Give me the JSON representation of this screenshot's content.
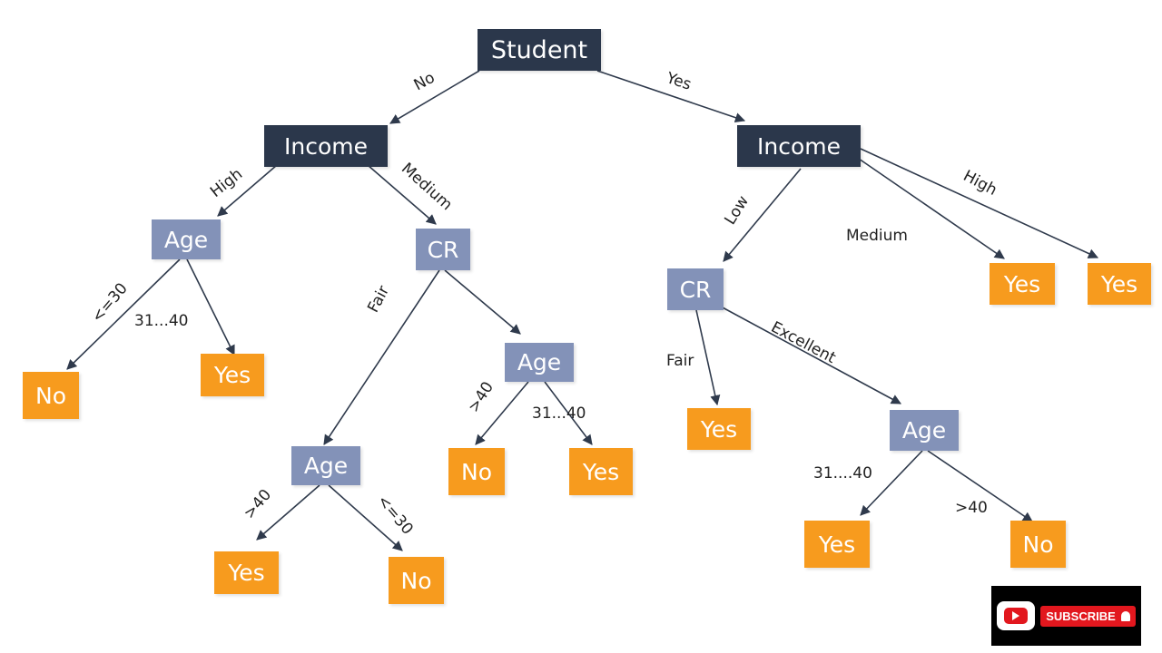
{
  "nodes": {
    "root_student": "Student",
    "l_income": "Income",
    "r_income": "Income",
    "l_age": "Age",
    "l_cr": "CR",
    "r_cr": "CR",
    "leaf_no_1": "No",
    "leaf_yes_1": "Yes",
    "age_fair": "Age",
    "age_cr_right": "Age",
    "leaf_yes_2": "Yes",
    "leaf_no_2": "No",
    "leaf_no_3": "No",
    "leaf_yes_3": "Yes",
    "leaf_yes_med": "Yes",
    "leaf_yes_high": "Yes",
    "leaf_yes_fair": "Yes",
    "age_excellent": "Age",
    "leaf_yes_4": "Yes",
    "leaf_no_4": "No"
  },
  "edges": {
    "no": "No",
    "yes": "Yes",
    "high_l": "High",
    "medium_l": "Medium",
    "low_r": "Low",
    "medium_r": "Medium",
    "high_r": "High",
    "le30_1": "<=30",
    "r31_40_1": "31...40",
    "fair_l": "Fair",
    "gt40_1": ">40",
    "r31_40_2": "31...40",
    "gt40_2": ">40",
    "le30_2": "<=30",
    "fair_r": "Fair",
    "excellent": "Excellent",
    "r31_40_3": "31....40",
    "gt40_3": ">40"
  },
  "badge": {
    "label": "SUBSCRIBE",
    "icon": "youtube-icon",
    "bell_icon": "bell-icon"
  },
  "colors": {
    "root": "#2b374b",
    "attribute": "#8392b8",
    "leaf": "#f79b1e"
  }
}
